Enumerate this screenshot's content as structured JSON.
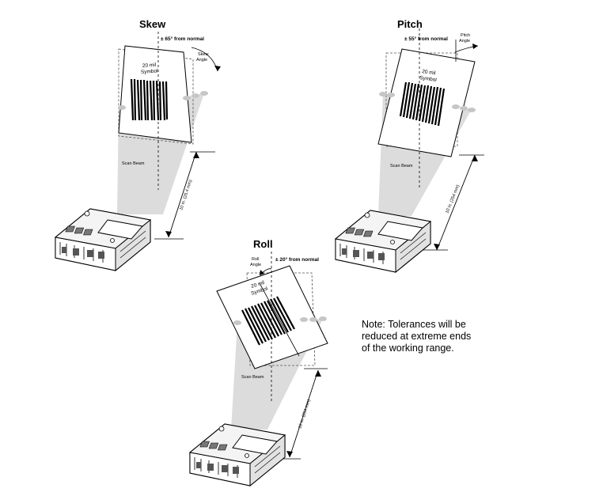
{
  "panels": {
    "skew": {
      "title": "Skew",
      "tolerance": "± 65° from normal",
      "angle_line1": "Skew",
      "angle_line2": "Angle",
      "symbol_line1": "20 mil",
      "symbol_line2": "Symbol",
      "beam_label": "Scan Beam",
      "distance": "10 in. (25.4 mm)"
    },
    "pitch": {
      "title": "Pitch",
      "tolerance": "± 55° from normal",
      "angle_line1": "Pitch",
      "angle_line2": "Angle",
      "symbol_line1": "20 mil",
      "symbol_line2": "Symbol",
      "beam_label": "Scan Beam",
      "distance": "10 in. (254 mm)"
    },
    "roll": {
      "title": "Roll",
      "tolerance": "± 20° from normal",
      "angle_line1": "Roll",
      "angle_line2": "Angle",
      "symbol_line1": "20 mil",
      "symbol_line2": "Symbol",
      "beam_label": "Scan Beam",
      "distance": "10 in. (254 mm)"
    }
  },
  "note": "Note: Tolerances will be\nreduced at extreme ends\nof the working range."
}
